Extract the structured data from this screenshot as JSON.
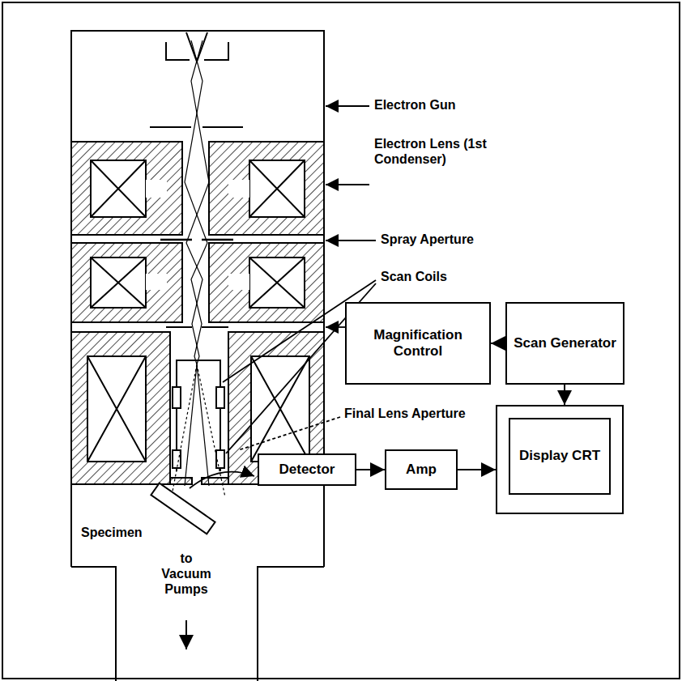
{
  "diagram": {
    "nodes": [
      {
        "text": [
          "Magnification Control"
        ]
      },
      {
        "text": [
          "Scan Generator"
        ]
      },
      {
        "text": [
          "Detector"
        ]
      },
      {
        "text": [
          "Amp"
        ]
      },
      {
        "text": [
          "Display CRT"
        ]
      }
    ],
    "edges": [
      {
        "from": 1,
        "to": 0,
        "arrow": "to"
      },
      {
        "from": 1,
        "to": 4,
        "arrow": "to"
      },
      {
        "from": 2,
        "to": 3,
        "arrow": "to"
      },
      {
        "from": 3,
        "to": 4,
        "arrow": "to"
      }
    ],
    "labels": [
      "Electron Gun",
      "Electron Lens (1st Condenser)",
      "Spray Aperture",
      "Scan Coils",
      "Final Lens Aperture",
      "Specimen",
      "to Vacuum Pumps"
    ]
  }
}
